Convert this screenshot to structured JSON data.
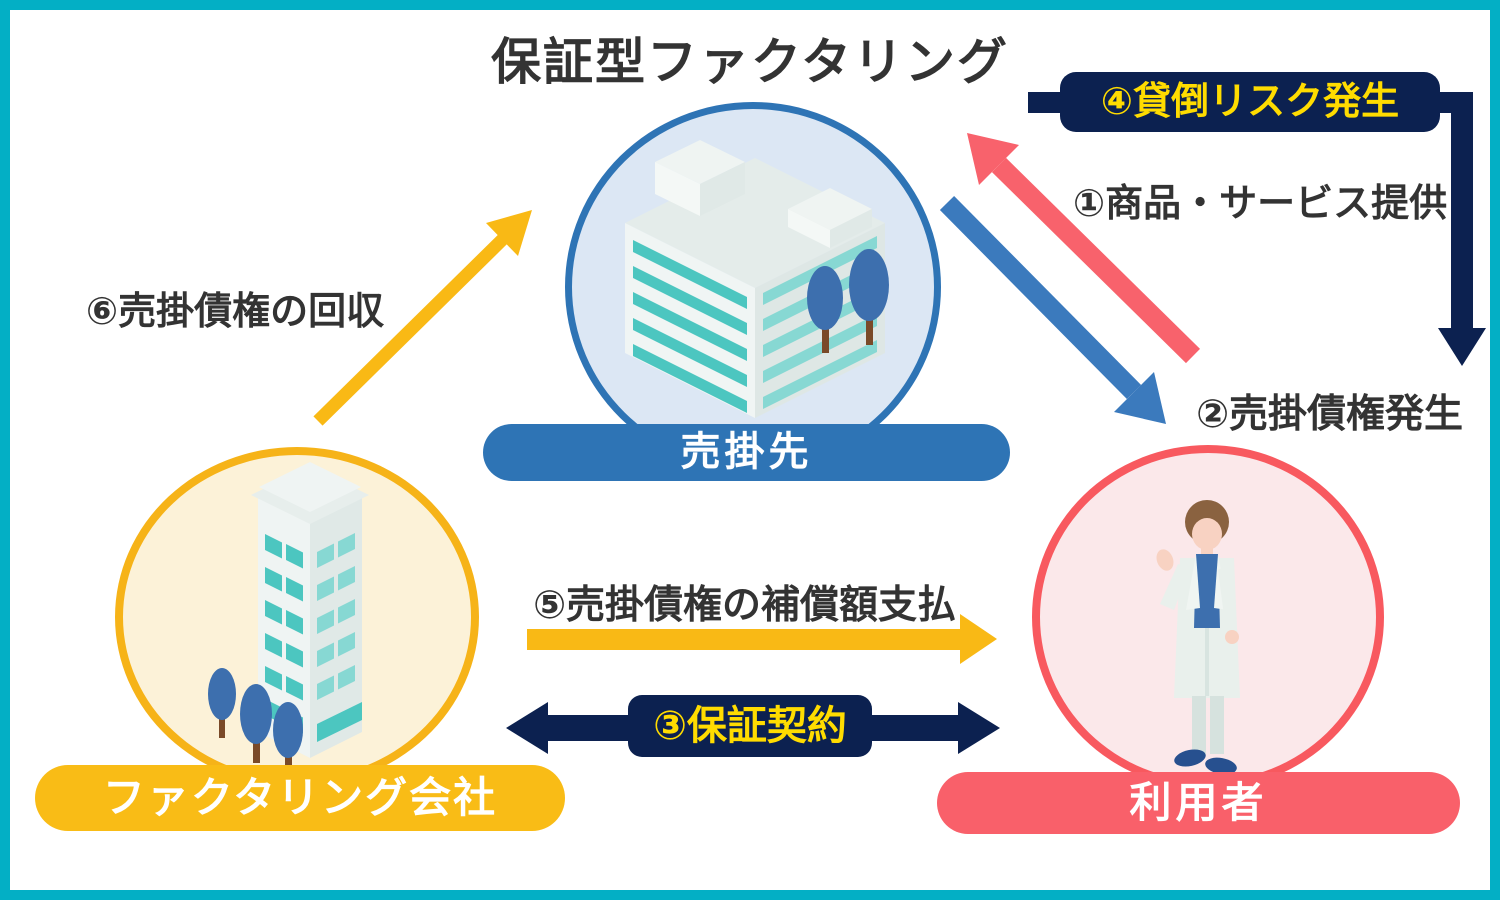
{
  "title": "保証型ファクタリング",
  "nodes": {
    "customer": {
      "label": "売掛先"
    },
    "factoring": {
      "label": "ファクタリング会社"
    },
    "user": {
      "label": "利用者"
    }
  },
  "flows": {
    "f1": "①商品・サービス提供",
    "f2": "②売掛債権発生",
    "f3": "③保証契約",
    "f4": "④貸倒リスク発生",
    "f5": "⑤売掛債権の補償額支払",
    "f6": "⑥売掛債権の回収"
  },
  "icons": {
    "customer": "office-building-icon",
    "factoring": "tower-building-icon",
    "user": "person-icon"
  },
  "colors": {
    "frame_teal": "#03AFC5",
    "navy": "#0C2150",
    "badge_text_yellow": "#FFDC00",
    "yellow_arrow": "#F9B915",
    "yellow_node_border": "#F6B318",
    "yellow_node_fill": "#FCF2D8",
    "yellow_pill": "#F9BC16",
    "blue_node_border": "#2E74B5",
    "blue_node_fill": "#DCE7F4",
    "blue_arrow": "#3B7ABD",
    "red_arrow": "#F8626C",
    "red_node_border": "#F8595F",
    "red_node_fill": "#FBE8EA",
    "red_pill": "#F9606A",
    "text_dark": "#333333"
  }
}
